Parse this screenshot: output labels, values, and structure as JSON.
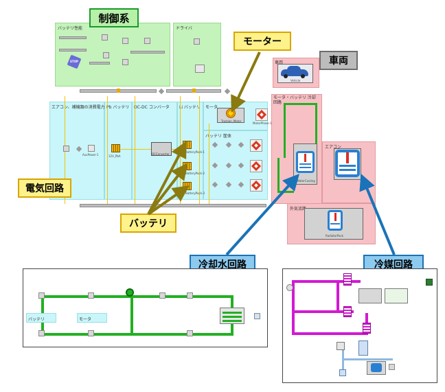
{
  "callouts": {
    "control": "制御系",
    "motor": "モーター",
    "vehicle": "車両",
    "electric": "電気回路",
    "battery": "バッテリ",
    "coolant": "冷却水回路",
    "refrigerant": "冷媒回路"
  },
  "regions": {
    "battery_control": "バッテリ性能",
    "driver": "ドライバ",
    "vehicle": "車両",
    "aircon_accessory": "エアコン、補機類の消費電力",
    "pb_battery": "Pb バッテリ",
    "dcdc": "DC-DC コンバータ",
    "li_battery": "Li バッテリ",
    "motor": "モータ",
    "battery_body": "バッテリ 筐体",
    "motor_battery_cooling": "モータ・バッテリ 冷却回路",
    "aircon": "エアコン",
    "outside_air": "外気流路"
  },
  "blocks": {
    "aux_power": "AuxPower-1",
    "pb": "12V_PbA",
    "dcdc": "DCConverter",
    "traction_motor": "Traction_Motor",
    "vehicle": "Vehicle",
    "water_cooling": "WaterCooling",
    "pack1": "BatteryPack-1",
    "pack2": "BatteryPack-2",
    "pack3": "BatteryPack-3",
    "motor_phase": "MotorPhase-1",
    "radiator_pack": "RadiatorPack",
    "stop": "STOP"
  },
  "inset_coolant": {
    "battery": "バッテリ",
    "motor": "モータ"
  },
  "colors": {
    "control_green": "#b8f0b0",
    "electric_cyan": "#c8f6fa",
    "thermal_pink": "#f7c0c4",
    "callout_yellow": "#fff28a",
    "callout_yellow_border": "#d9a400",
    "callout_blue": "#7ec7f0",
    "callout_blue_border": "#1b72b3",
    "arrow_brown": "#8a7a10",
    "arrow_blue": "#1a73b8",
    "coolant_pipe": "#22b022",
    "refrigerant_pipe": "#d21ad2"
  }
}
